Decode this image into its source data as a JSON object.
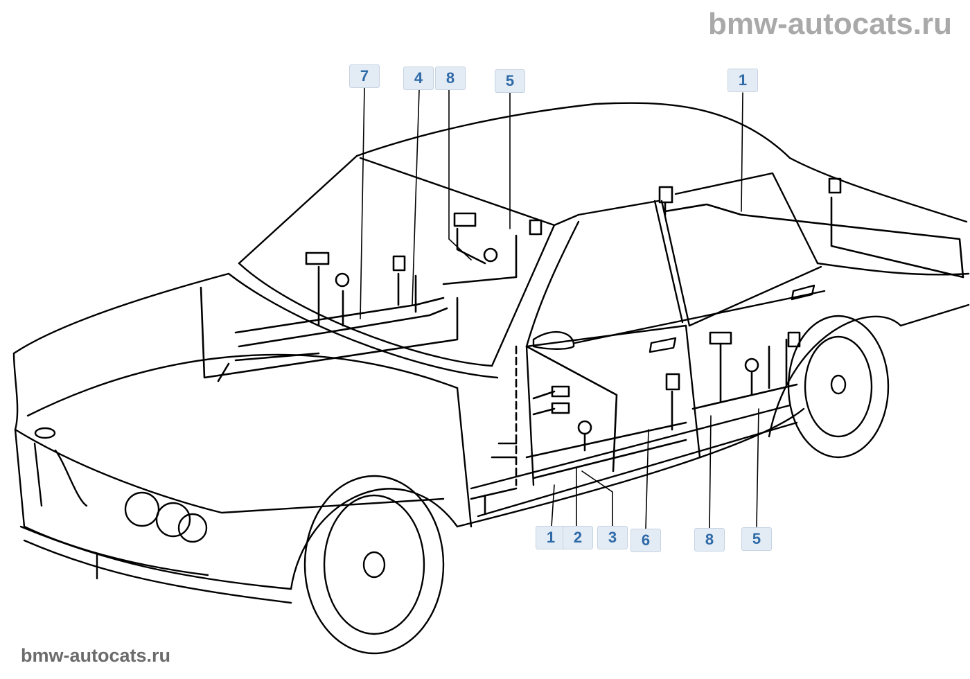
{
  "watermark": {
    "top": "bmw-autocats.ru",
    "bottom": "bmw-autocats.ru"
  },
  "callouts": {
    "top": [
      "7",
      "4",
      "8",
      "5",
      "1"
    ],
    "bottom": [
      "1",
      "2",
      "3",
      "6",
      "8",
      "5"
    ]
  },
  "colors": {
    "line": "#000000",
    "callout_text": "#2e6aa8",
    "callout_bg": "#e3ebf4",
    "watermark": "#a9a9a9"
  }
}
